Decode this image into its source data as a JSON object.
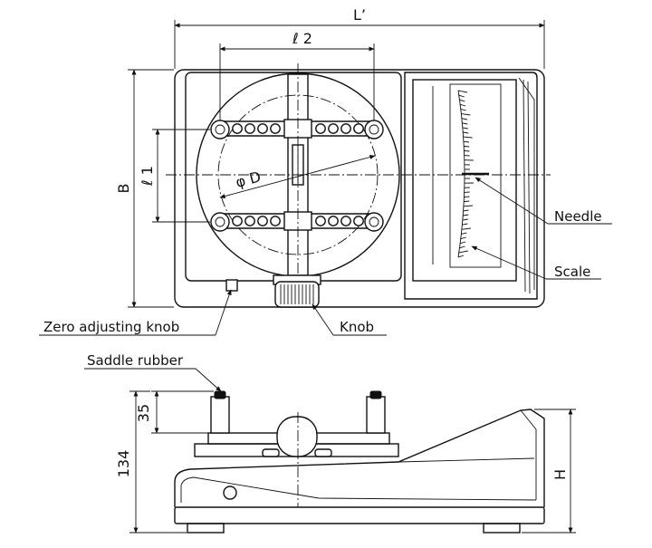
{
  "dimensions": {
    "l_prime": "L’",
    "l2": "ℓ 2",
    "l1": "ℓ 1",
    "b": "B",
    "phi_d": "φ D",
    "height_35": "35",
    "height_134": "134",
    "h": "H"
  },
  "callouts": {
    "needle": "Needle",
    "scale": "Scale",
    "zero_adjusting_knob": "Zero adjusting knob",
    "knob": "Knob",
    "saddle_rubber": "Saddle rubber"
  }
}
